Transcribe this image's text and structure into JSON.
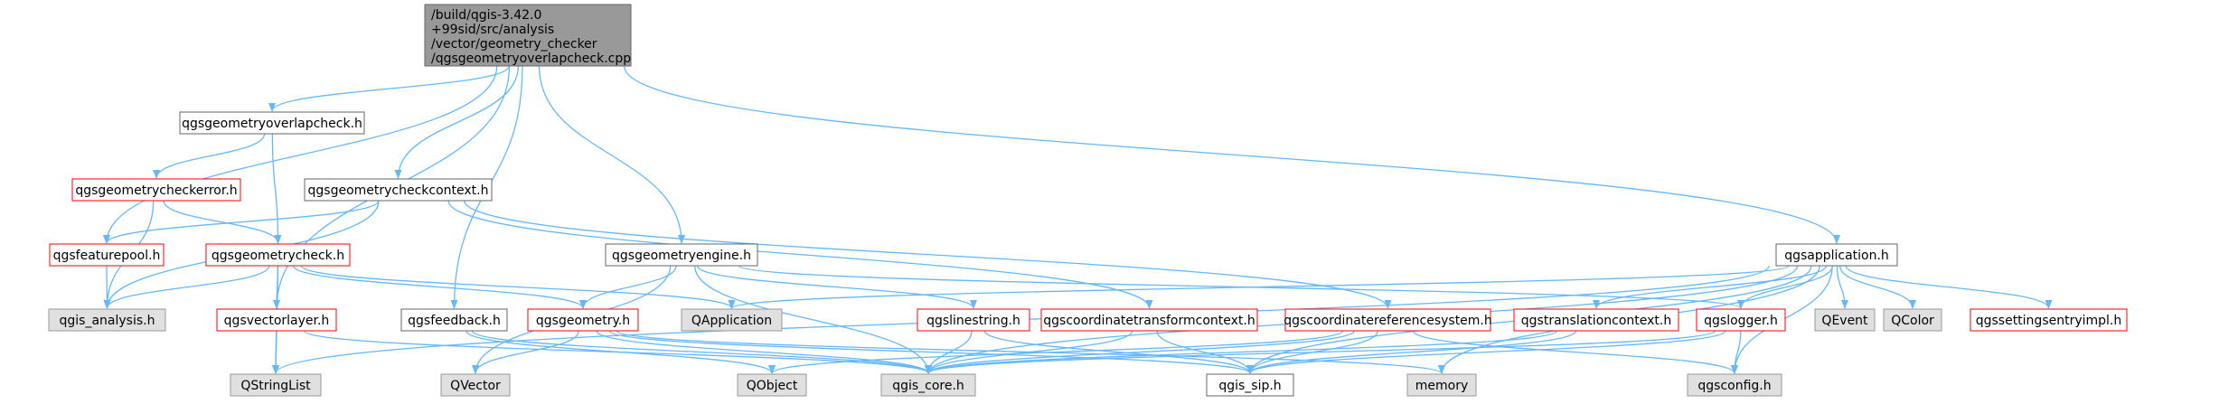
{
  "graph": {
    "root": {
      "lines": [
        "/build/qgis-3.42.0",
        "+99sid/src/analysis",
        "/vector/geometry_checker",
        "/qgsgeometryoverlapcheck.cpp"
      ]
    },
    "nodes": [
      {
        "id": "overlapcheck_h",
        "label": "qgsgeometryoverlapcheck.h",
        "style": "normal"
      },
      {
        "id": "checkerror_h",
        "label": "qgsgeometrycheckerror.h",
        "style": "red"
      },
      {
        "id": "checkcontext_h",
        "label": "qgsgeometrycheckcontext.h",
        "style": "normal"
      },
      {
        "id": "featurepool_h",
        "label": "qgsfeaturepool.h",
        "style": "red"
      },
      {
        "id": "geometrycheck_h",
        "label": "qgsgeometrycheck.h",
        "style": "red"
      },
      {
        "id": "geometryengine_h",
        "label": "qgsgeometryengine.h",
        "style": "normal"
      },
      {
        "id": "application_h",
        "label": "qgsapplication.h",
        "style": "normal"
      },
      {
        "id": "qgis_analysis_h",
        "label": "qgis_analysis.h",
        "style": "gray"
      },
      {
        "id": "vectorlayer_h",
        "label": "qgsvectorlayer.h",
        "style": "red"
      },
      {
        "id": "feedback_h",
        "label": "qgsfeedback.h",
        "style": "normal"
      },
      {
        "id": "geometry_h",
        "label": "qgsgeometry.h",
        "style": "red"
      },
      {
        "id": "qapplication",
        "label": "QApplication",
        "style": "gray"
      },
      {
        "id": "linestring_h",
        "label": "qgslinestring.h",
        "style": "red"
      },
      {
        "id": "coordtransformcontext_h",
        "label": "qgscoordinatetransformcontext.h",
        "style": "red"
      },
      {
        "id": "crs_h",
        "label": "qgscoordinatereferencesystem.h",
        "style": "red"
      },
      {
        "id": "translationcontext_h",
        "label": "qgstranslationcontext.h",
        "style": "red"
      },
      {
        "id": "logger_h",
        "label": "qgslogger.h",
        "style": "red"
      },
      {
        "id": "qevent",
        "label": "QEvent",
        "style": "gray"
      },
      {
        "id": "qcolor",
        "label": "QColor",
        "style": "gray"
      },
      {
        "id": "settingsentryimpl_h",
        "label": "qgssettingsentryimpl.h",
        "style": "red"
      },
      {
        "id": "qstringlist",
        "label": "QStringList",
        "style": "gray"
      },
      {
        "id": "qvector",
        "label": "QVector",
        "style": "gray"
      },
      {
        "id": "qobject",
        "label": "QObject",
        "style": "gray"
      },
      {
        "id": "qgis_core_h",
        "label": "qgis_core.h",
        "style": "gray"
      },
      {
        "id": "qgis_sip_h",
        "label": "qgis_sip.h",
        "style": "normal"
      },
      {
        "id": "memory",
        "label": "memory",
        "style": "gray"
      },
      {
        "id": "qgsconfig_h",
        "label": "qgsconfig.h",
        "style": "gray"
      }
    ],
    "edges": [
      [
        "root",
        "overlapcheck_h"
      ],
      [
        "root",
        "checkcontext_h"
      ],
      [
        "root",
        "featurepool_h"
      ],
      [
        "root",
        "geometryengine_h"
      ],
      [
        "root",
        "application_h"
      ],
      [
        "root",
        "vectorlayer_h"
      ],
      [
        "root",
        "feedback_h"
      ],
      [
        "overlapcheck_h",
        "checkerror_h"
      ],
      [
        "overlapcheck_h",
        "geometrycheck_h"
      ],
      [
        "checkerror_h",
        "geometrycheck_h"
      ],
      [
        "checkerror_h",
        "qgis_analysis_h"
      ],
      [
        "checkcontext_h",
        "featurepool_h"
      ],
      [
        "checkcontext_h",
        "qgis_analysis_h"
      ],
      [
        "checkcontext_h",
        "coordtransformcontext_h"
      ],
      [
        "checkcontext_h",
        "crs_h"
      ],
      [
        "featurepool_h",
        "qgis_analysis_h"
      ],
      [
        "geometrycheck_h",
        "qgis_analysis_h"
      ],
      [
        "geometrycheck_h",
        "vectorlayer_h"
      ],
      [
        "geometrycheck_h",
        "geometry_h"
      ],
      [
        "geometrycheck_h",
        "qapplication"
      ],
      [
        "geometrycheck_h",
        "qstringlist"
      ],
      [
        "geometryengine_h",
        "geometry_h"
      ],
      [
        "geometryengine_h",
        "linestring_h"
      ],
      [
        "geometryengine_h",
        "qgis_core_h"
      ],
      [
        "geometryengine_h",
        "qvector"
      ],
      [
        "geometryengine_h",
        "logger_h"
      ],
      [
        "application_h",
        "qapplication"
      ],
      [
        "application_h",
        "translationcontext_h"
      ],
      [
        "application_h",
        "logger_h"
      ],
      [
        "application_h",
        "qevent"
      ],
      [
        "application_h",
        "qcolor"
      ],
      [
        "application_h",
        "settingsentryimpl_h"
      ],
      [
        "application_h",
        "qgis_core_h"
      ],
      [
        "application_h",
        "qgis_sip_h"
      ],
      [
        "application_h",
        "memory"
      ],
      [
        "application_h",
        "qgsconfig_h"
      ],
      [
        "application_h",
        "qstringlist"
      ],
      [
        "vectorlayer_h",
        "qstringlist"
      ],
      [
        "vectorlayer_h",
        "qgis_core_h"
      ],
      [
        "feedback_h",
        "qobject"
      ],
      [
        "feedback_h",
        "qgis_core_h"
      ],
      [
        "geometry_h",
        "qvector"
      ],
      [
        "geometry_h",
        "qgis_core_h"
      ],
      [
        "geometry_h",
        "qgis_sip_h"
      ],
      [
        "geometry_h",
        "memory"
      ],
      [
        "linestring_h",
        "qgis_core_h"
      ],
      [
        "linestring_h",
        "qgis_sip_h"
      ],
      [
        "coordtransformcontext_h",
        "qgis_core_h"
      ],
      [
        "coordtransformcontext_h",
        "qgis_sip_h"
      ],
      [
        "crs_h",
        "qgis_core_h"
      ],
      [
        "crs_h",
        "qgis_sip_h"
      ],
      [
        "crs_h",
        "qobject"
      ],
      [
        "crs_h",
        "qgsconfig_h"
      ],
      [
        "translationcontext_h",
        "qgis_core_h"
      ],
      [
        "translationcontext_h",
        "qgis_sip_h"
      ],
      [
        "logger_h",
        "qgis_core_h"
      ],
      [
        "logger_h",
        "qgis_sip_h"
      ],
      [
        "logger_h",
        "qgsconfig_h"
      ]
    ],
    "colors": {
      "edge": "#63b8ff",
      "root_fill": "#999999",
      "root_stroke": "#666666",
      "normal_stroke": "#666666",
      "red_stroke": "#ff0000",
      "gray_fill": "#e0e0e0",
      "gray_stroke": "#999999",
      "white_fill": "#ffffff"
    }
  }
}
